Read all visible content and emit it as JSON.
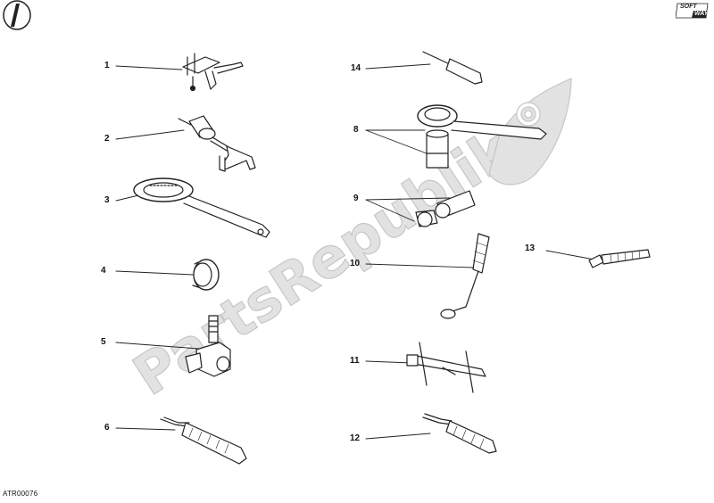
{
  "brand": {
    "logo_top": "SOFT",
    "logo_bottom": "WAY",
    "watermark": "PartsRepublik"
  },
  "callouts": [
    "1",
    "2",
    "3",
    "4",
    "5",
    "6",
    "14",
    "8",
    "9",
    "10",
    "11",
    "12",
    "13"
  ],
  "drawing_code": "ATR00076",
  "colors": {
    "line": "#222222",
    "watermark": "#dcdcdc",
    "ink": "#111111"
  }
}
